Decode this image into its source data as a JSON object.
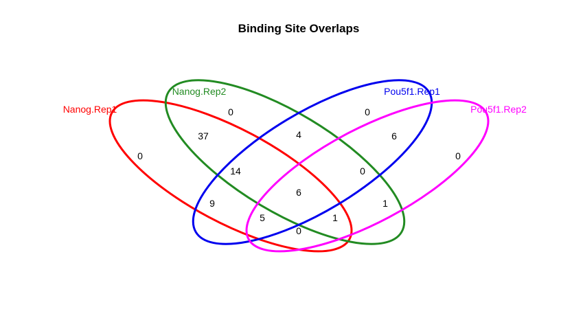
{
  "title": "Binding Site Overlaps",
  "sets": [
    {
      "label": "Nanog.Rep1",
      "color": "#ff0000"
    },
    {
      "label": "Nanog.Rep2",
      "color": "#228b22"
    },
    {
      "label": "Pou5f1.Rep1",
      "color": "#0000ee"
    },
    {
      "label": "Pou5f1.Rep2",
      "color": "#ff00ff"
    }
  ],
  "regions": {
    "only_nanog_rep1": "0",
    "only_nanog_rep2": "0",
    "only_pou5f1_rep1": "0",
    "only_pou5f1_rep2": "0",
    "nanog_rep1_nanog_rep2": "37",
    "nanog_rep2_pou5f1_rep1": "4",
    "pou5f1_rep1_pou5f1_rep2": "6",
    "nanog_rep1_nanog_rep2_pou5f1_rep1": "14",
    "nanog_rep2_pou5f1_rep1_pou5f1_rep2": "0",
    "all_four": "6",
    "nanog_rep1_pou5f1_rep1": "9",
    "nanog_rep2_pou5f1_rep2": "1",
    "nanog_rep1_pou5f1_rep1_pou5f1_rep2": "5",
    "nanog_rep1_nanog_rep2_pou5f1_rep2": "1",
    "nanog_rep1_pou5f1_rep2": "0"
  }
}
